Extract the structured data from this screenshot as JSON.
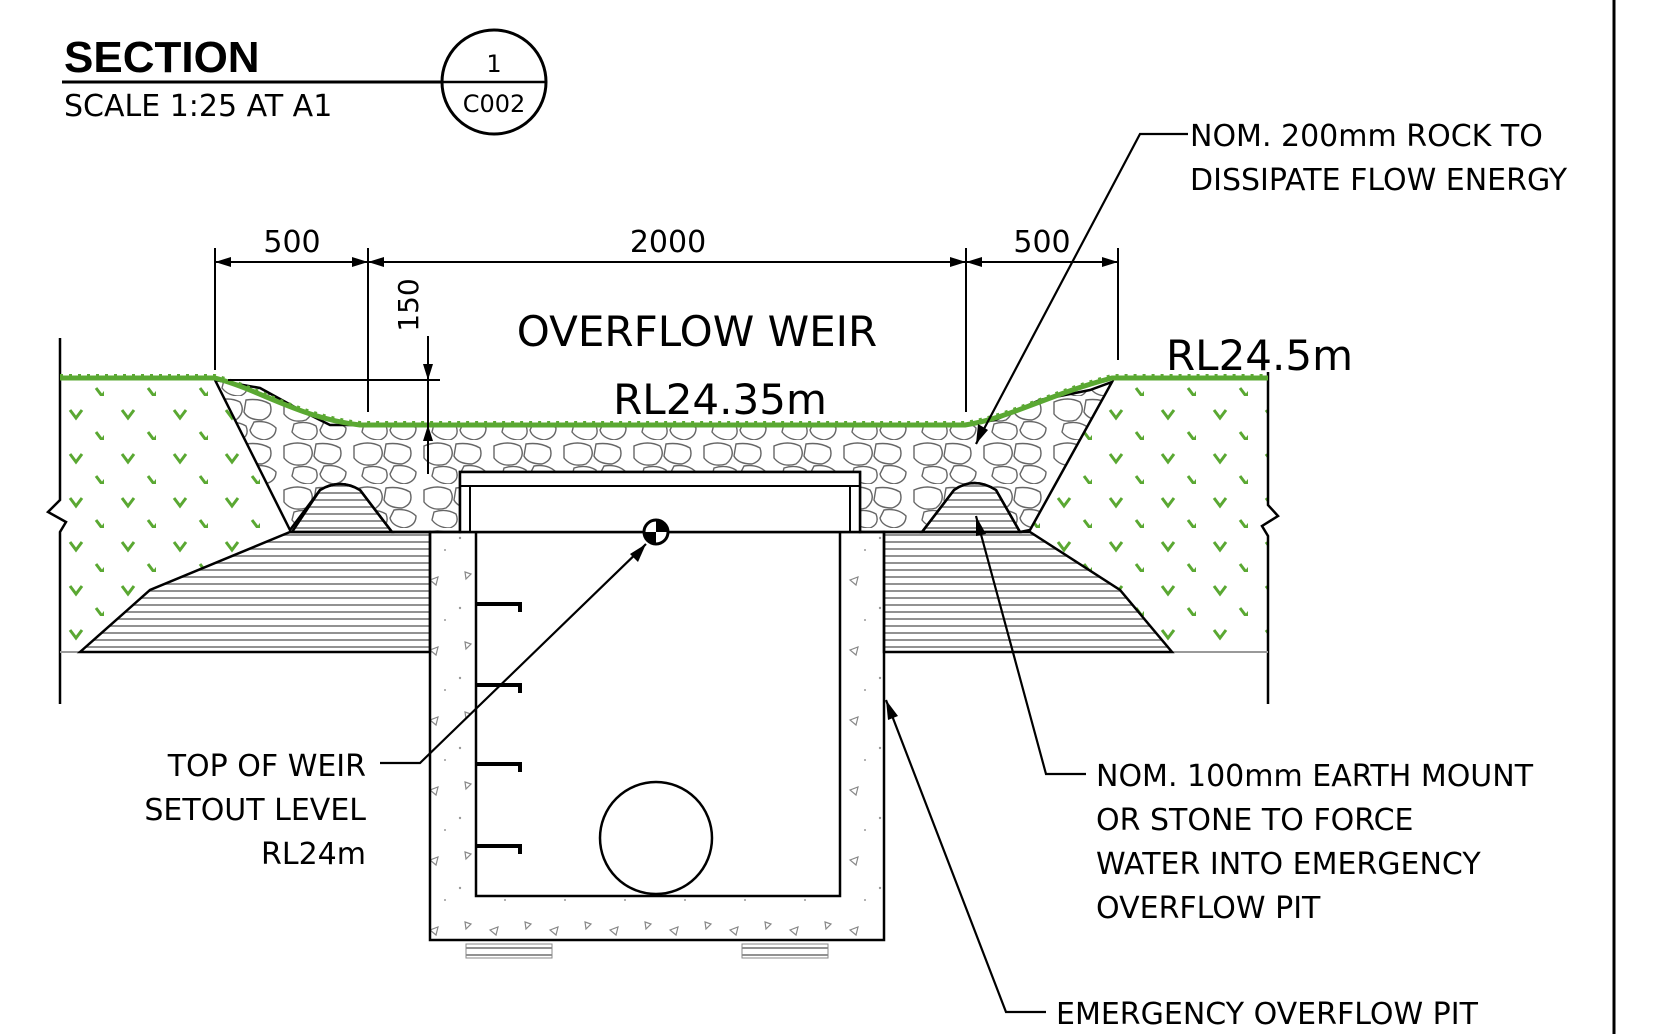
{
  "title_block": {
    "title": "SECTION",
    "scale": "SCALE 1:25 AT A1",
    "detail_number": "1",
    "sheet_ref": "C002"
  },
  "dimensions": {
    "left": "500",
    "centre": "2000",
    "right": "500",
    "depth": "150"
  },
  "weir": {
    "label": "OVERFLOW WEIR",
    "level": "RL24.35m"
  },
  "bank_level": "RL24.5m",
  "callouts": {
    "rock": [
      "NOM. 200mm ROCK TO",
      "DISSIPATE FLOW ENERGY"
    ],
    "top_of_weir": [
      "TOP OF WEIR",
      "SETOUT LEVEL",
      "RL24m"
    ],
    "earth_mount": [
      "NOM. 100mm EARTH MOUNT",
      "OR STONE TO FORCE",
      "WATER INTO EMERGENCY",
      "OVERFLOW PIT"
    ],
    "pit": "EMERGENCY OVERFLOW PIT"
  },
  "colors": {
    "linework": "#000000",
    "grass": "#5aa832",
    "hatch": "#7a7a7a"
  }
}
